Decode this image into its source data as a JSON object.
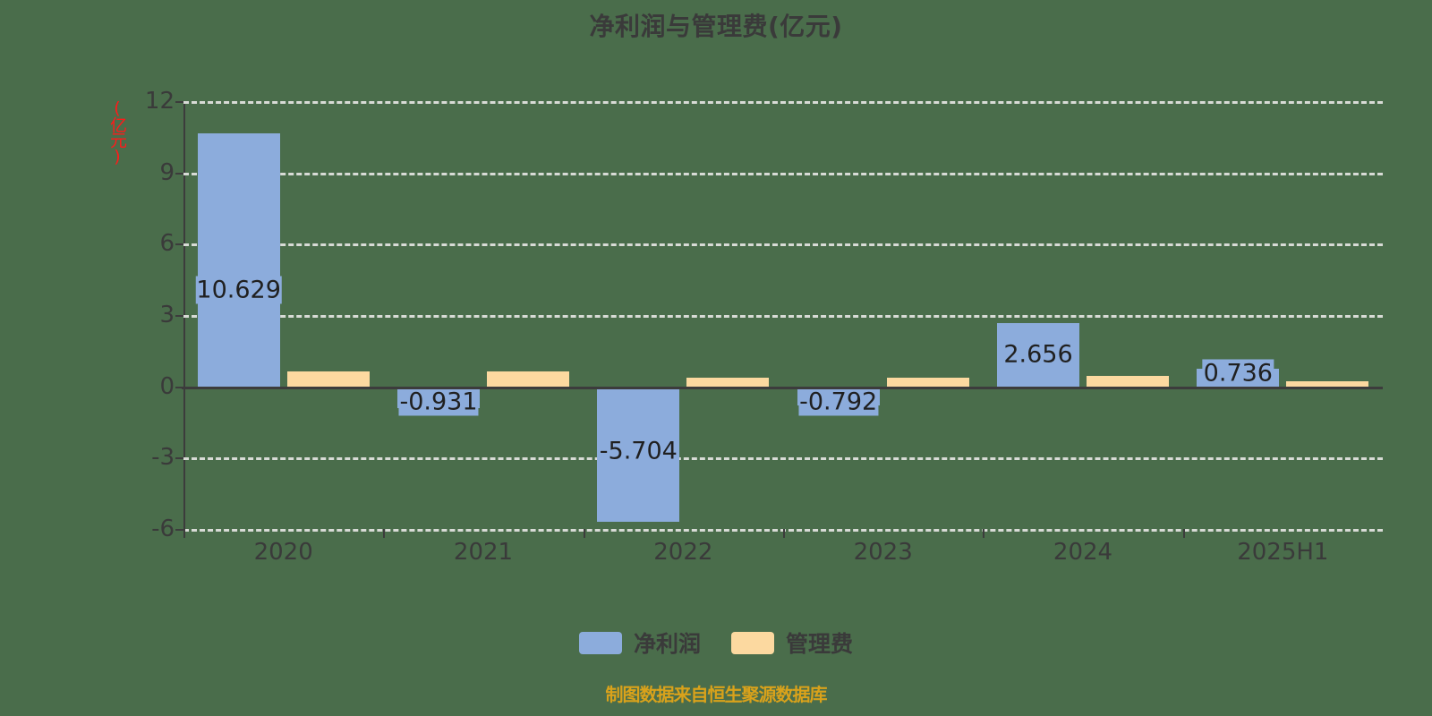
{
  "chart_data": {
    "type": "bar",
    "title": "净利润与管理费(亿元)",
    "xlabel": "",
    "ylabel": "(亿元)",
    "categories": [
      "2020",
      "2021",
      "2022",
      "2023",
      "2024",
      "2025H1"
    ],
    "series": [
      {
        "name": "净利润",
        "color": "#8cacdc",
        "values": [
          10.629,
          -0.931,
          -5.704,
          -0.792,
          2.656,
          0.736
        ],
        "labels": [
          "10.629",
          "-0.931",
          "-5.704",
          "-0.792",
          "2.656",
          "0.736"
        ]
      },
      {
        "name": "管理费",
        "color": "#fcd9a0",
        "values": [
          0.62,
          0.62,
          0.36,
          0.38,
          0.45,
          0.22
        ],
        "labels": [
          "",
          "",
          "",
          "",
          "",
          ""
        ]
      }
    ],
    "yticks": [
      "12",
      "9",
      "6",
      "3",
      "0",
      "-3",
      "-6"
    ],
    "ytick_values": [
      12,
      9,
      6,
      3,
      0,
      -3,
      -6
    ],
    "ylim": [
      -6,
      12
    ],
    "grid": true,
    "legend_position": "bottom"
  },
  "legend": {
    "items": [
      {
        "label": "净利润",
        "color": "#8cacdc"
      },
      {
        "label": "管理费",
        "color": "#fcd9a0"
      }
    ]
  },
  "footer": {
    "note": "制图数据来自恒生聚源数据库"
  },
  "colors": {
    "background": "#4a6d4b",
    "net_profit": "#8cacdc",
    "admin_fee": "#fcd9a0",
    "axis": "#3c3c3c",
    "grid": "#d8dbd6",
    "text": "#3a3a3a",
    "y_axis_title": "#ff1a1a",
    "footer": "#d9a21b"
  }
}
